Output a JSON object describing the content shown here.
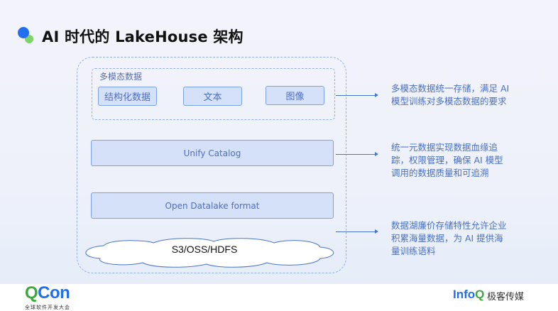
{
  "header": {
    "title": "AI 时代的 LakeHouse 架构"
  },
  "diagram": {
    "group_label": "多模态数据",
    "modalities": [
      "结构化数据",
      "文本",
      "图像"
    ],
    "catalog": "Unify Catalog",
    "format": "Open Datalake format",
    "storage": "S3/OSS/HDFS"
  },
  "descriptions": [
    [
      "多模态数据统一存储，满足 AI",
      "模型训练对多模态数据的要求"
    ],
    [
      "统一元数据实现数据血缘追",
      "踪，权限管理，确保 AI 模型",
      "调用的数据质量和可追溯"
    ],
    [
      "数据湖廉价存储特性允许企业",
      "积累海量数据，为 AI 提供海",
      "量训练语料"
    ]
  ],
  "footer": {
    "qcon_q": "Q",
    "qcon_rest": "Con",
    "qcon_sub": "全球软件开发大会",
    "infoq_main": "Info",
    "infoq_q": "Q",
    "infoq_cn": "极客传媒"
  }
}
